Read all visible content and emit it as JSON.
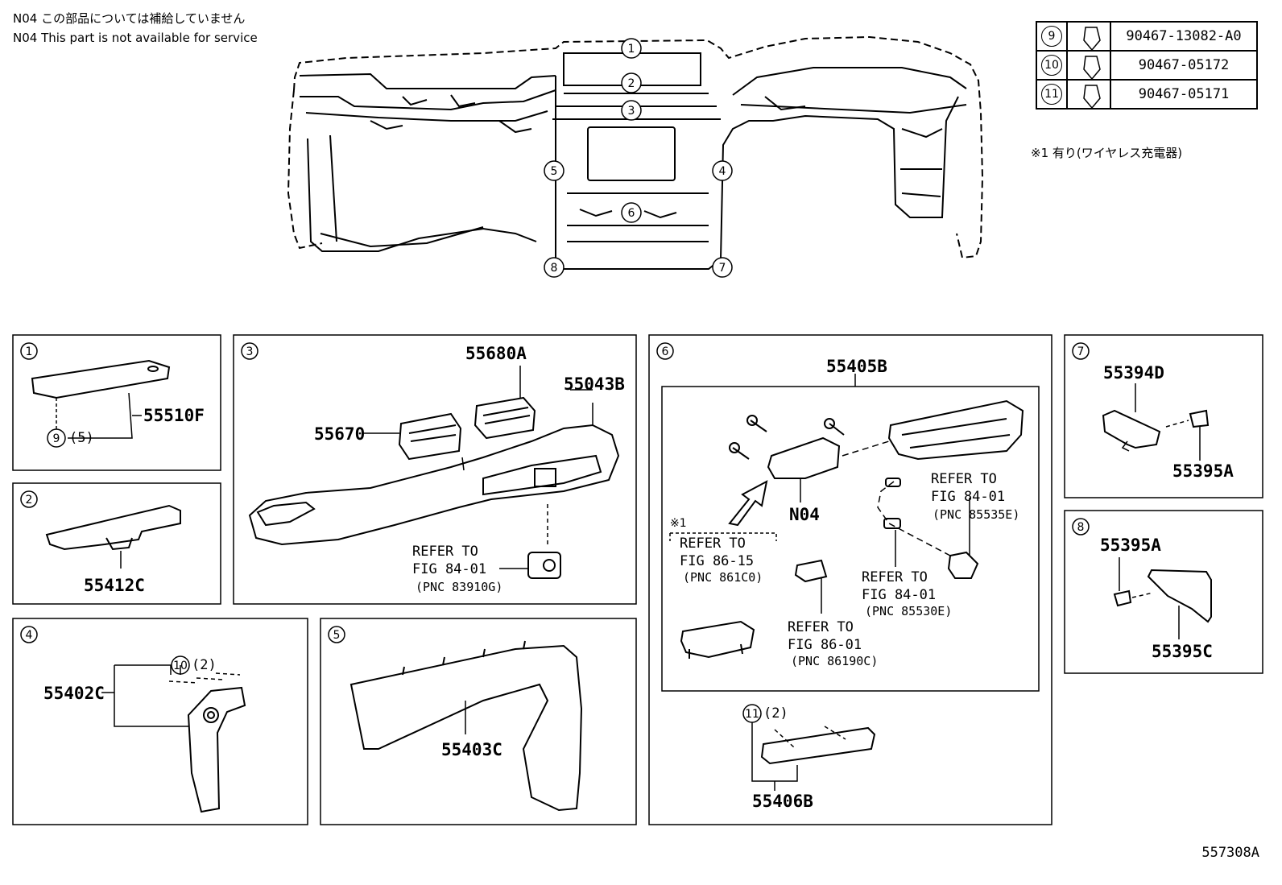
{
  "notes": {
    "line1": "N04 この部品については補給していません",
    "line2": "N04 This part is not available for service"
  },
  "overview_callouts": [
    "1",
    "2",
    "3",
    "4",
    "5",
    "6",
    "7",
    "8"
  ],
  "fastener_table": [
    {
      "ref": "9",
      "part_no": "90467-13082-A0"
    },
    {
      "ref": "10",
      "part_no": "90467-05172"
    },
    {
      "ref": "11",
      "part_no": "90467-05171"
    }
  ],
  "footnote": "※1 有り(ワイヤレス充電器)",
  "panel1": {
    "num": "1",
    "part": "55510F",
    "clip_ref": "9",
    "clip_qty": "(5)"
  },
  "panel2": {
    "num": "2",
    "part": "55412C"
  },
  "panel3": {
    "num": "3",
    "part_a": "55680A",
    "part_b": "55043B",
    "part_c": "55670",
    "refer": "REFER TO",
    "fig": "FIG 84-01",
    "pnc": "(PNC 83910G)"
  },
  "panel4": {
    "num": "4",
    "part": "55402C",
    "clip_ref": "10",
    "clip_qty": "(2)"
  },
  "panel5": {
    "num": "5",
    "part": "55403C"
  },
  "panel6": {
    "num": "6",
    "part_main": "55405B",
    "n04": "N04",
    "mark": "※1",
    "ref_a": {
      "refer": "REFER TO",
      "fig": "FIG 86-15",
      "pnc": "(PNC 861C0)"
    },
    "ref_b": {
      "refer": "REFER TO",
      "fig": "FIG 84-01",
      "pnc": "(PNC 85535E)"
    },
    "ref_c": {
      "refer": "REFER TO",
      "fig": "FIG 84-01",
      "pnc": "(PNC 85530E)"
    },
    "ref_d": {
      "refer": "REFER TO",
      "fig": "FIG 86-01",
      "pnc": "(PNC 86190C)"
    },
    "clip_ref": "11",
    "clip_qty": "(2)",
    "part_bottom": "55406B"
  },
  "panel7": {
    "num": "7",
    "part_a": "55394D",
    "part_b": "55395A"
  },
  "panel8": {
    "num": "8",
    "part_a": "55395A",
    "part_b": "55395C"
  },
  "drawing_code": "557308A"
}
